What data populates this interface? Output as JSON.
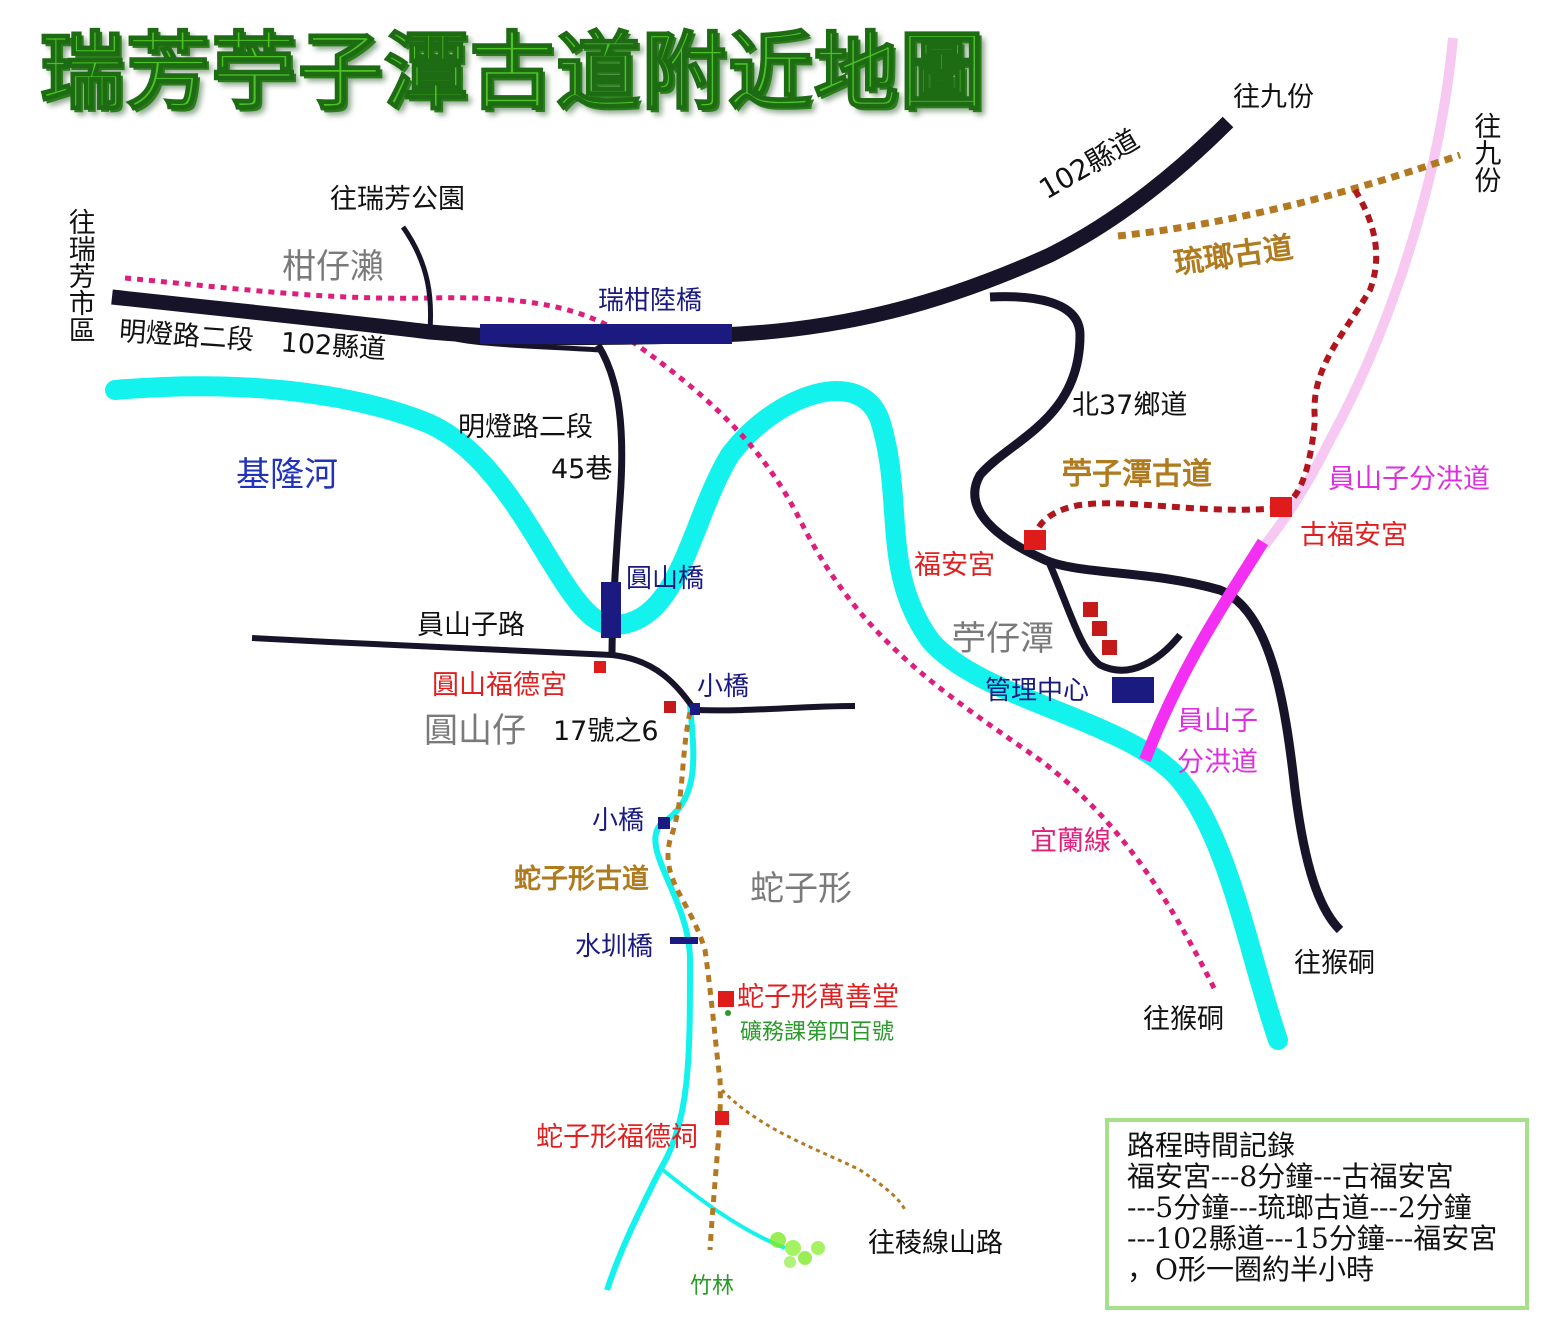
{
  "title": "瑞芳苧子潭古道附近地圖",
  "labels": {
    "to_jiufen_top": "往九份",
    "to_jiufen_right": "往九份",
    "to_ruifang_park": "往瑞芳公園",
    "to_ruifang_city": "往瑞芳市區",
    "ganzilai": "柑仔瀨",
    "county_road_102_top": "102縣道",
    "liugong_trail": "琉瑯古道",
    "ruigan_bridge": "瑞柑陸橋",
    "mingdeng_102": "明燈路二段　102縣道",
    "bei37": "北37鄉道",
    "mingdeng_45": "明燈路二段",
    "lane45": "45巷",
    "keelung_river": "基隆河",
    "zhuzitan_trail": "苧子潭古道",
    "yuanshanzi_flood_top": "員山子分洪道",
    "gu_fuan_temple": "古福安宮",
    "fuan_temple": "福安宮",
    "yuanshan_bridge": "圓山橋",
    "yuanshanzi_road": "員山子路",
    "zhuzaitan": "苧仔潭",
    "yuanshan_fude": "圓山福德宮",
    "small_bridge_1": "小橋",
    "management_center": "管理中心",
    "yuanshanzi_flood_1": "員山子",
    "yuanshanzi_flood_2": "分洪道",
    "yuanshanzai": "圓山仔",
    "no17_6": "17號之6",
    "small_bridge_2": "小橋",
    "yilan_line": "宜蘭線",
    "shezixing_trail": "蛇子形古道",
    "shezixing": "蛇子形",
    "to_houtong_right": "往猴硐",
    "shuizhen_bridge": "水圳橋",
    "to_houtong_mid": "往猴硐",
    "wanshan_hall": "蛇子形萬善堂",
    "mining_400": "礦務課第四百號",
    "fude_shrine": "蛇子形福德祠",
    "to_ridge_road": "往稜線山路",
    "bamboo": "竹林"
  },
  "legend": {
    "lines": [
      "路程時間記錄",
      "福安宮---8分鐘---古福安宮",
      "---5分鐘---琉瑯古道---2分鐘",
      "---102縣道---15分鐘---福安宮",
      "，O形一圈約半小時"
    ]
  },
  "colors": {
    "road": "#17142a",
    "river": "#14f2ee",
    "railway": "#dd1e7d",
    "trail_red": "#b0161e",
    "trail_brown": "#b37922",
    "flood_channel": "#f22ff2",
    "flood_channel_light": "#f6c8f2",
    "bridge": "#1a1a80",
    "temple": "#e01b1b",
    "legend_border": "#a6e08a"
  }
}
